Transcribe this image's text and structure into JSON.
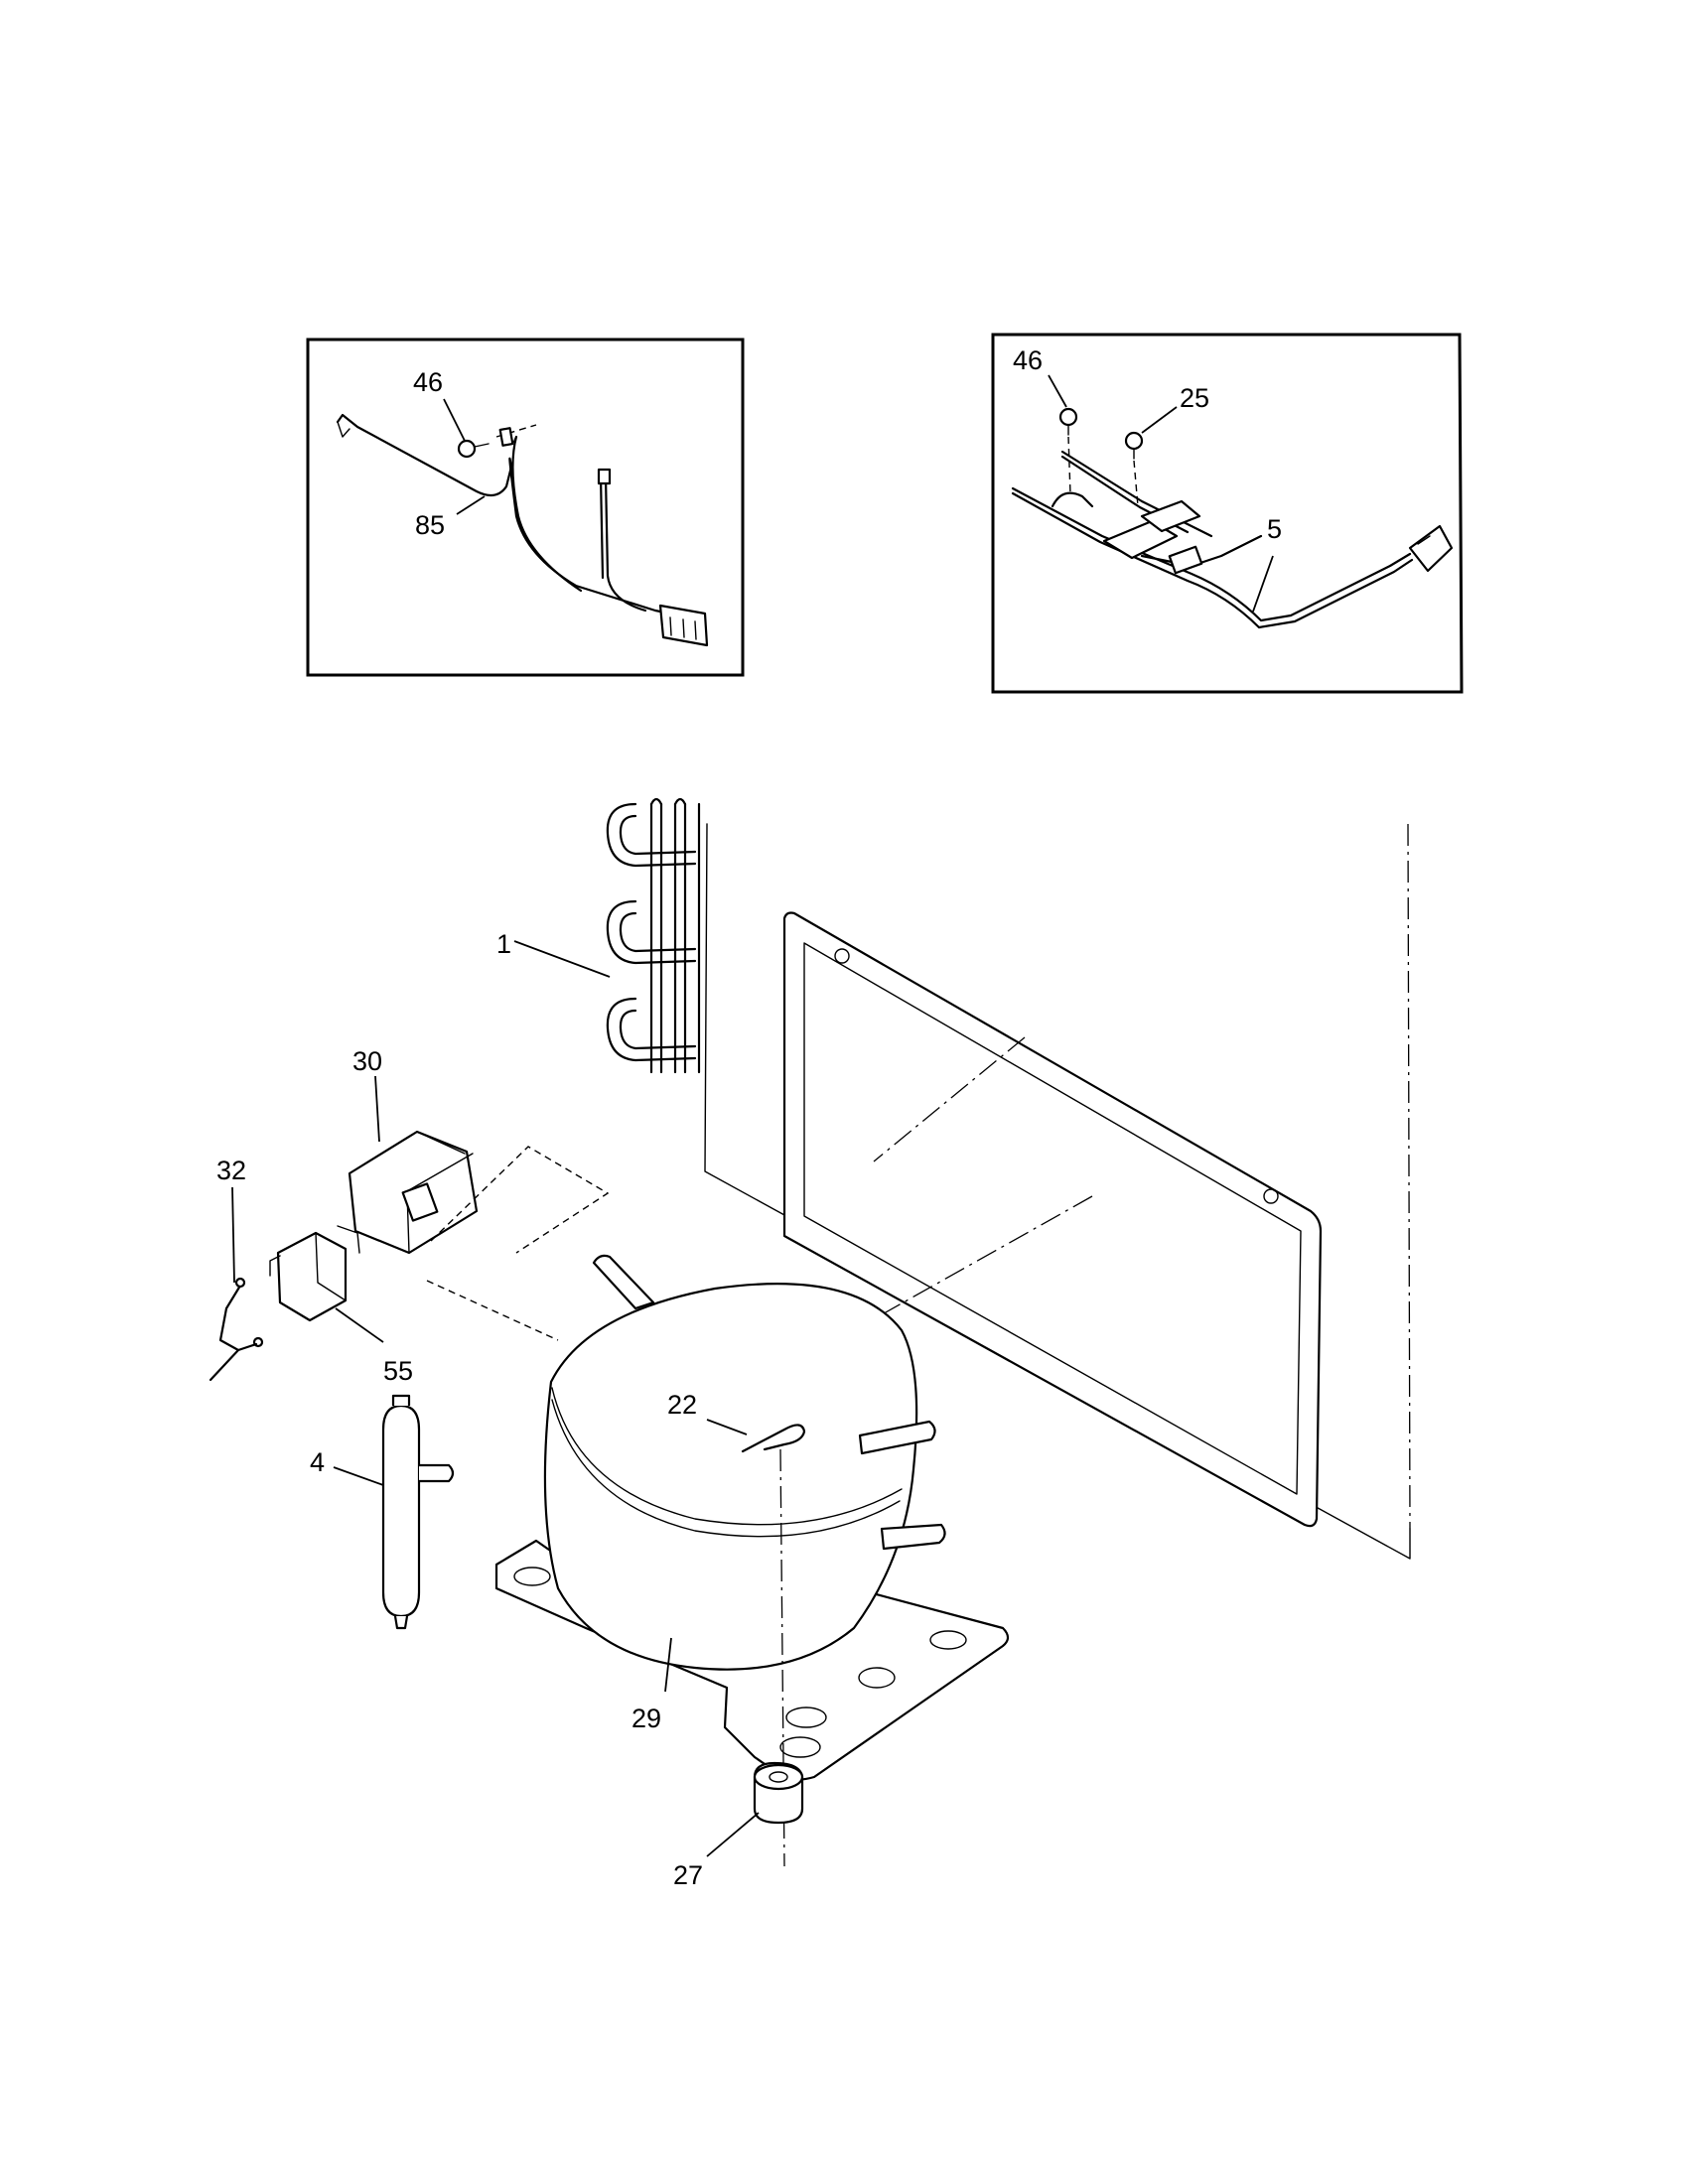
{
  "callouts": {
    "inset_left_screw": "46",
    "inset_left_harness": "85",
    "inset_right_screw_a": "46",
    "inset_right_screw_b": "25",
    "inset_right_cord": "5",
    "condenser": "1",
    "relay": "30",
    "clip_wire": "32",
    "overload": "55",
    "drier": "4",
    "clip": "22",
    "compressor": "29",
    "grommet": "27"
  }
}
